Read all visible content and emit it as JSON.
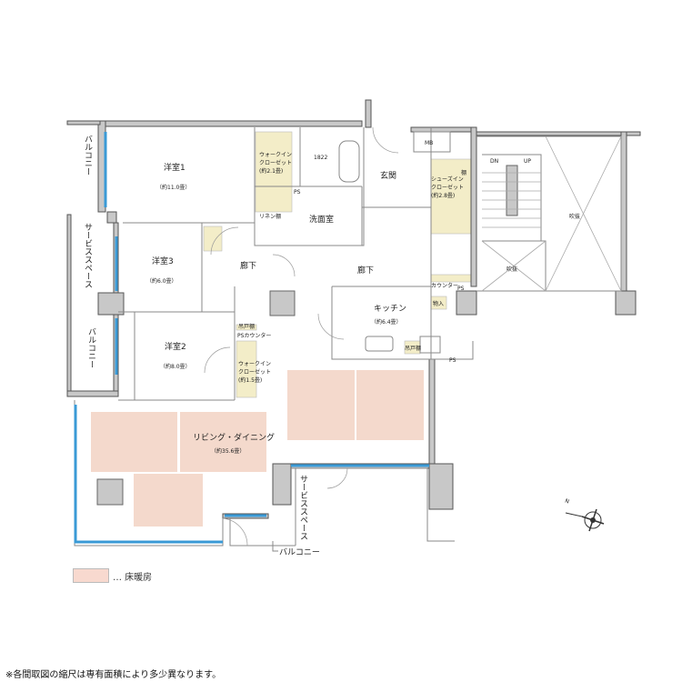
{
  "rooms": {
    "western1": {
      "name": "洋室1",
      "area": "（約11.0畳）"
    },
    "western2": {
      "name": "洋室2",
      "area": "（約8.0畳）"
    },
    "western3": {
      "name": "洋室3",
      "area": "（約6.0畳）"
    },
    "living": {
      "name": "リビング・ダイニング",
      "area": "（約35.6畳）"
    },
    "kitchen": {
      "name": "キッチン",
      "area": "（約6.4畳）"
    },
    "entrance": "玄関",
    "washroom": "洗面室",
    "bath": "1822",
    "hall1": "廊下",
    "hall2": "廊下",
    "mb": "MB",
    "wic1": {
      "l1": "ウォークイン",
      "l2": "クローゼット",
      "l3": "(約2.1畳)"
    },
    "wic2": {
      "l1": "ウォークイン",
      "l2": "クローゼット",
      "l3": "(約1.5畳)"
    },
    "shoes": {
      "l1": "シューズイン",
      "l2": "クローゼット",
      "l3": "(約2.8畳)"
    },
    "linen": "リネン棚",
    "storage": "物入",
    "counter": "カウンター",
    "ps_counter": "PSカウンター",
    "ps": "PS",
    "tana": "棚",
    "kido": "吊戸棚",
    "balcony_left_top": "バルコニー",
    "balcony_left_bottom": "バルコニー",
    "balcony_bottom": "バルコニー",
    "service_left": "サービススペース",
    "service_bottom": "サービススペース",
    "void1": "吹抜",
    "void2": "吹抜",
    "dn": "DN",
    "up": "UP",
    "compass_n": "N"
  },
  "legend": {
    "label": "… 床暖房",
    "color": "#f4d9cc"
  },
  "note": "※各間取図の縮尺は専有面積により多少異なります。"
}
